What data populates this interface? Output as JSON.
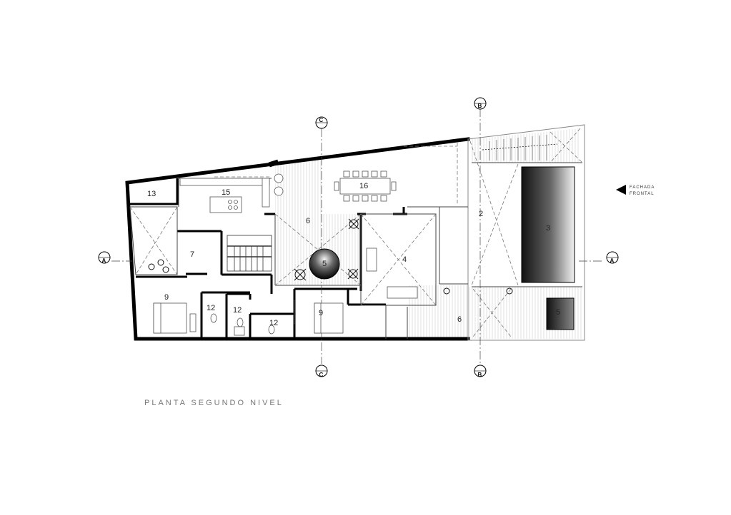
{
  "drawing_title": "PLANTA SEGUNDO NIVEL",
  "facade_label": [
    "FACHADA",
    "FRONTAL"
  ],
  "section_markers": {
    "a": "A",
    "b": "B",
    "c": "C"
  },
  "rooms": {
    "r13": "13",
    "r15": "15",
    "r16": "16",
    "r6_top": "6",
    "r2": "2",
    "r3": "3",
    "r7": "7",
    "r5_center": "5",
    "r4": "4",
    "r9_left": "9",
    "r12_a": "12",
    "r12_b": "12",
    "r12_c": "12",
    "r9_right": "9",
    "r6_bottom": "6",
    "r5_right": "5"
  }
}
